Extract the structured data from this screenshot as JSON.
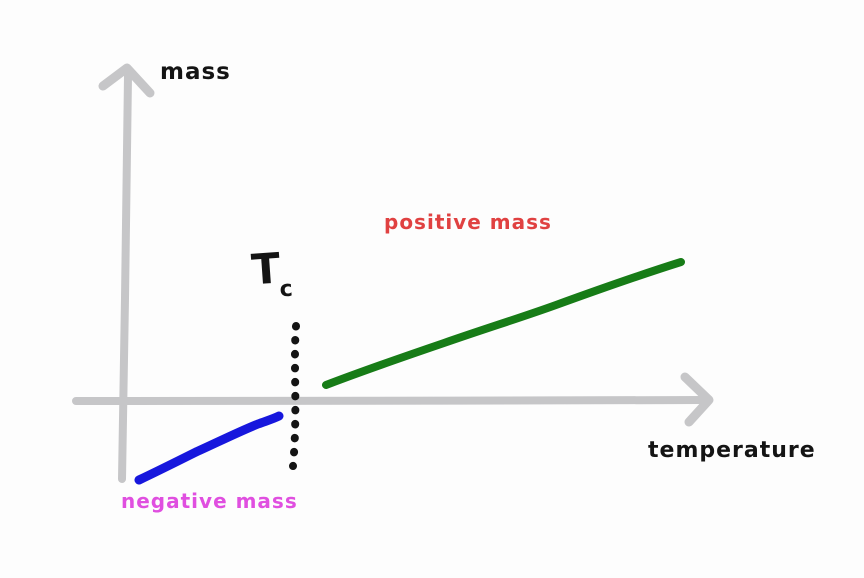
{
  "chart_data": {
    "type": "line",
    "title": "",
    "xlabel": "temperature",
    "ylabel": "mass",
    "axes_numeric": false,
    "grid": false,
    "annotations": [
      "Tc: dotted vertical line marking the critical temperature where mass changes sign"
    ],
    "tc_x": 1.0,
    "series": [
      {
        "name": "negative mass",
        "region": "T < Tc",
        "color": "#1717dd",
        "x": [
          0.15,
          0.4,
          0.65,
          0.9
        ],
        "y": [
          -0.52,
          -0.38,
          -0.25,
          -0.12
        ]
      },
      {
        "name": "positive mass",
        "region": "T > Tc",
        "color": "#177c17",
        "x": [
          1.1,
          1.5,
          1.9,
          2.3
        ],
        "y": [
          0.1,
          0.33,
          0.58,
          0.85
        ]
      }
    ]
  },
  "labels": {
    "y_axis": "mass",
    "x_axis": "temperature",
    "positive_region": "positive mass",
    "negative_region": "negative mass",
    "tc_main": "T",
    "tc_sub": "c"
  },
  "colors": {
    "background": "#fdfdfd",
    "axis": "#c6c6c8",
    "ink": "#141414",
    "negative_line": "#1717dd",
    "positive_line": "#177c17",
    "positive_label": "#e04141",
    "negative_label": "#e04fe0",
    "dotted_line": "#141414"
  }
}
